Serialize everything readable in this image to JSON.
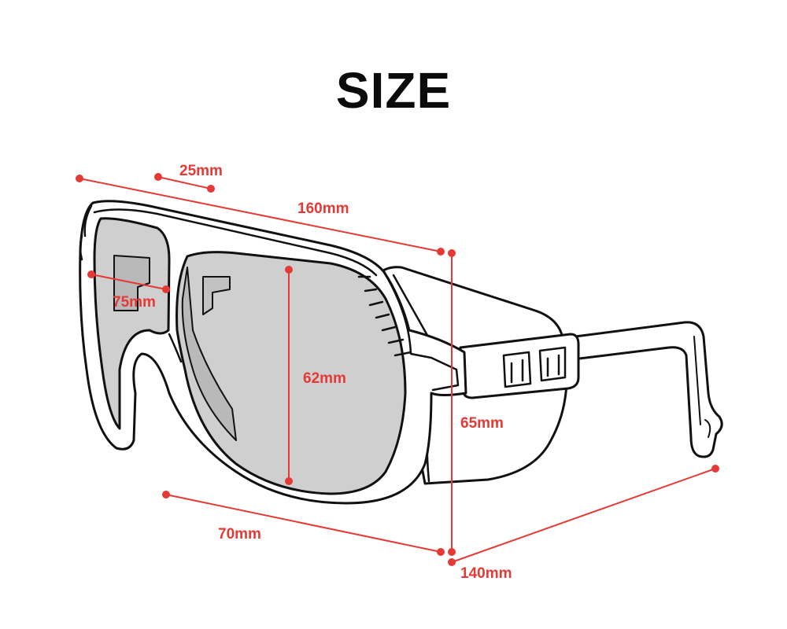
{
  "title": "SIZE",
  "colors": {
    "outline": "#111111",
    "lens": "#cfcfcf",
    "lens_dark": "#b9b9b9",
    "measure": "#e53935"
  },
  "measurements": {
    "bridge": "25mm",
    "frame_width": "160mm",
    "lens_width": "75mm",
    "lens_height": "62mm",
    "frame_height": "65mm",
    "bottom_width": "70mm",
    "temple_length": "140mm"
  }
}
